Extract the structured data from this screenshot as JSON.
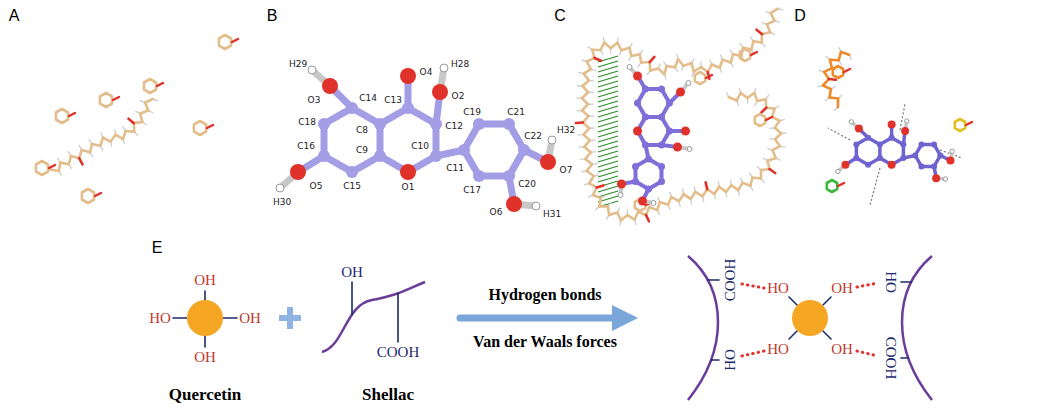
{
  "diagram": {
    "labels": [
      "A",
      "B",
      "H29",
      "O4",
      "H28",
      "O3",
      "C13",
      "O2",
      "C14",
      "C8",
      "C12",
      "C19",
      "C21",
      "C18",
      "C9",
      "C10",
      "C11",
      "C16",
      "O1",
      "C17",
      "C20",
      "C22",
      "H32",
      "O7",
      "C15",
      "O6",
      "H31",
      "O5",
      "H30",
      "C",
      "D",
      "E",
      "OH",
      "HO",
      "OH",
      "OH",
      "OH",
      "COOH",
      "Quercetin",
      "Shellac",
      "Hydrogen bonds",
      "Van der Waals forces",
      "COOH",
      "HO",
      "OH",
      "HO",
      "HO",
      "HO",
      "OH",
      "COOH"
    ]
  }
}
